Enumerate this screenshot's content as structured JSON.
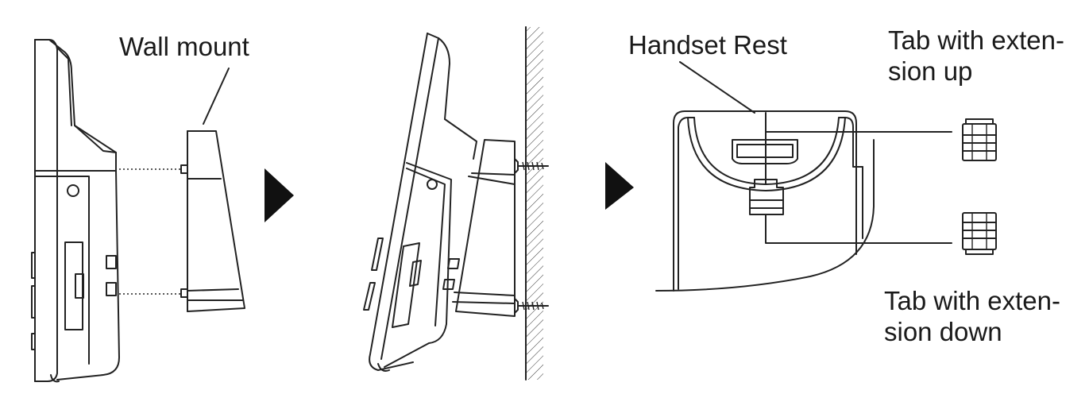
{
  "labels": {
    "wall_mount": "Wall mount",
    "handset_rest": "Handset Rest",
    "tab_up_line1": "Tab with exten-",
    "tab_up_line2": "sion up",
    "tab_down_line1": "Tab with exten-",
    "tab_down_line2": "sion down"
  },
  "colors": {
    "ink": "#222222",
    "background": "#ffffff"
  }
}
